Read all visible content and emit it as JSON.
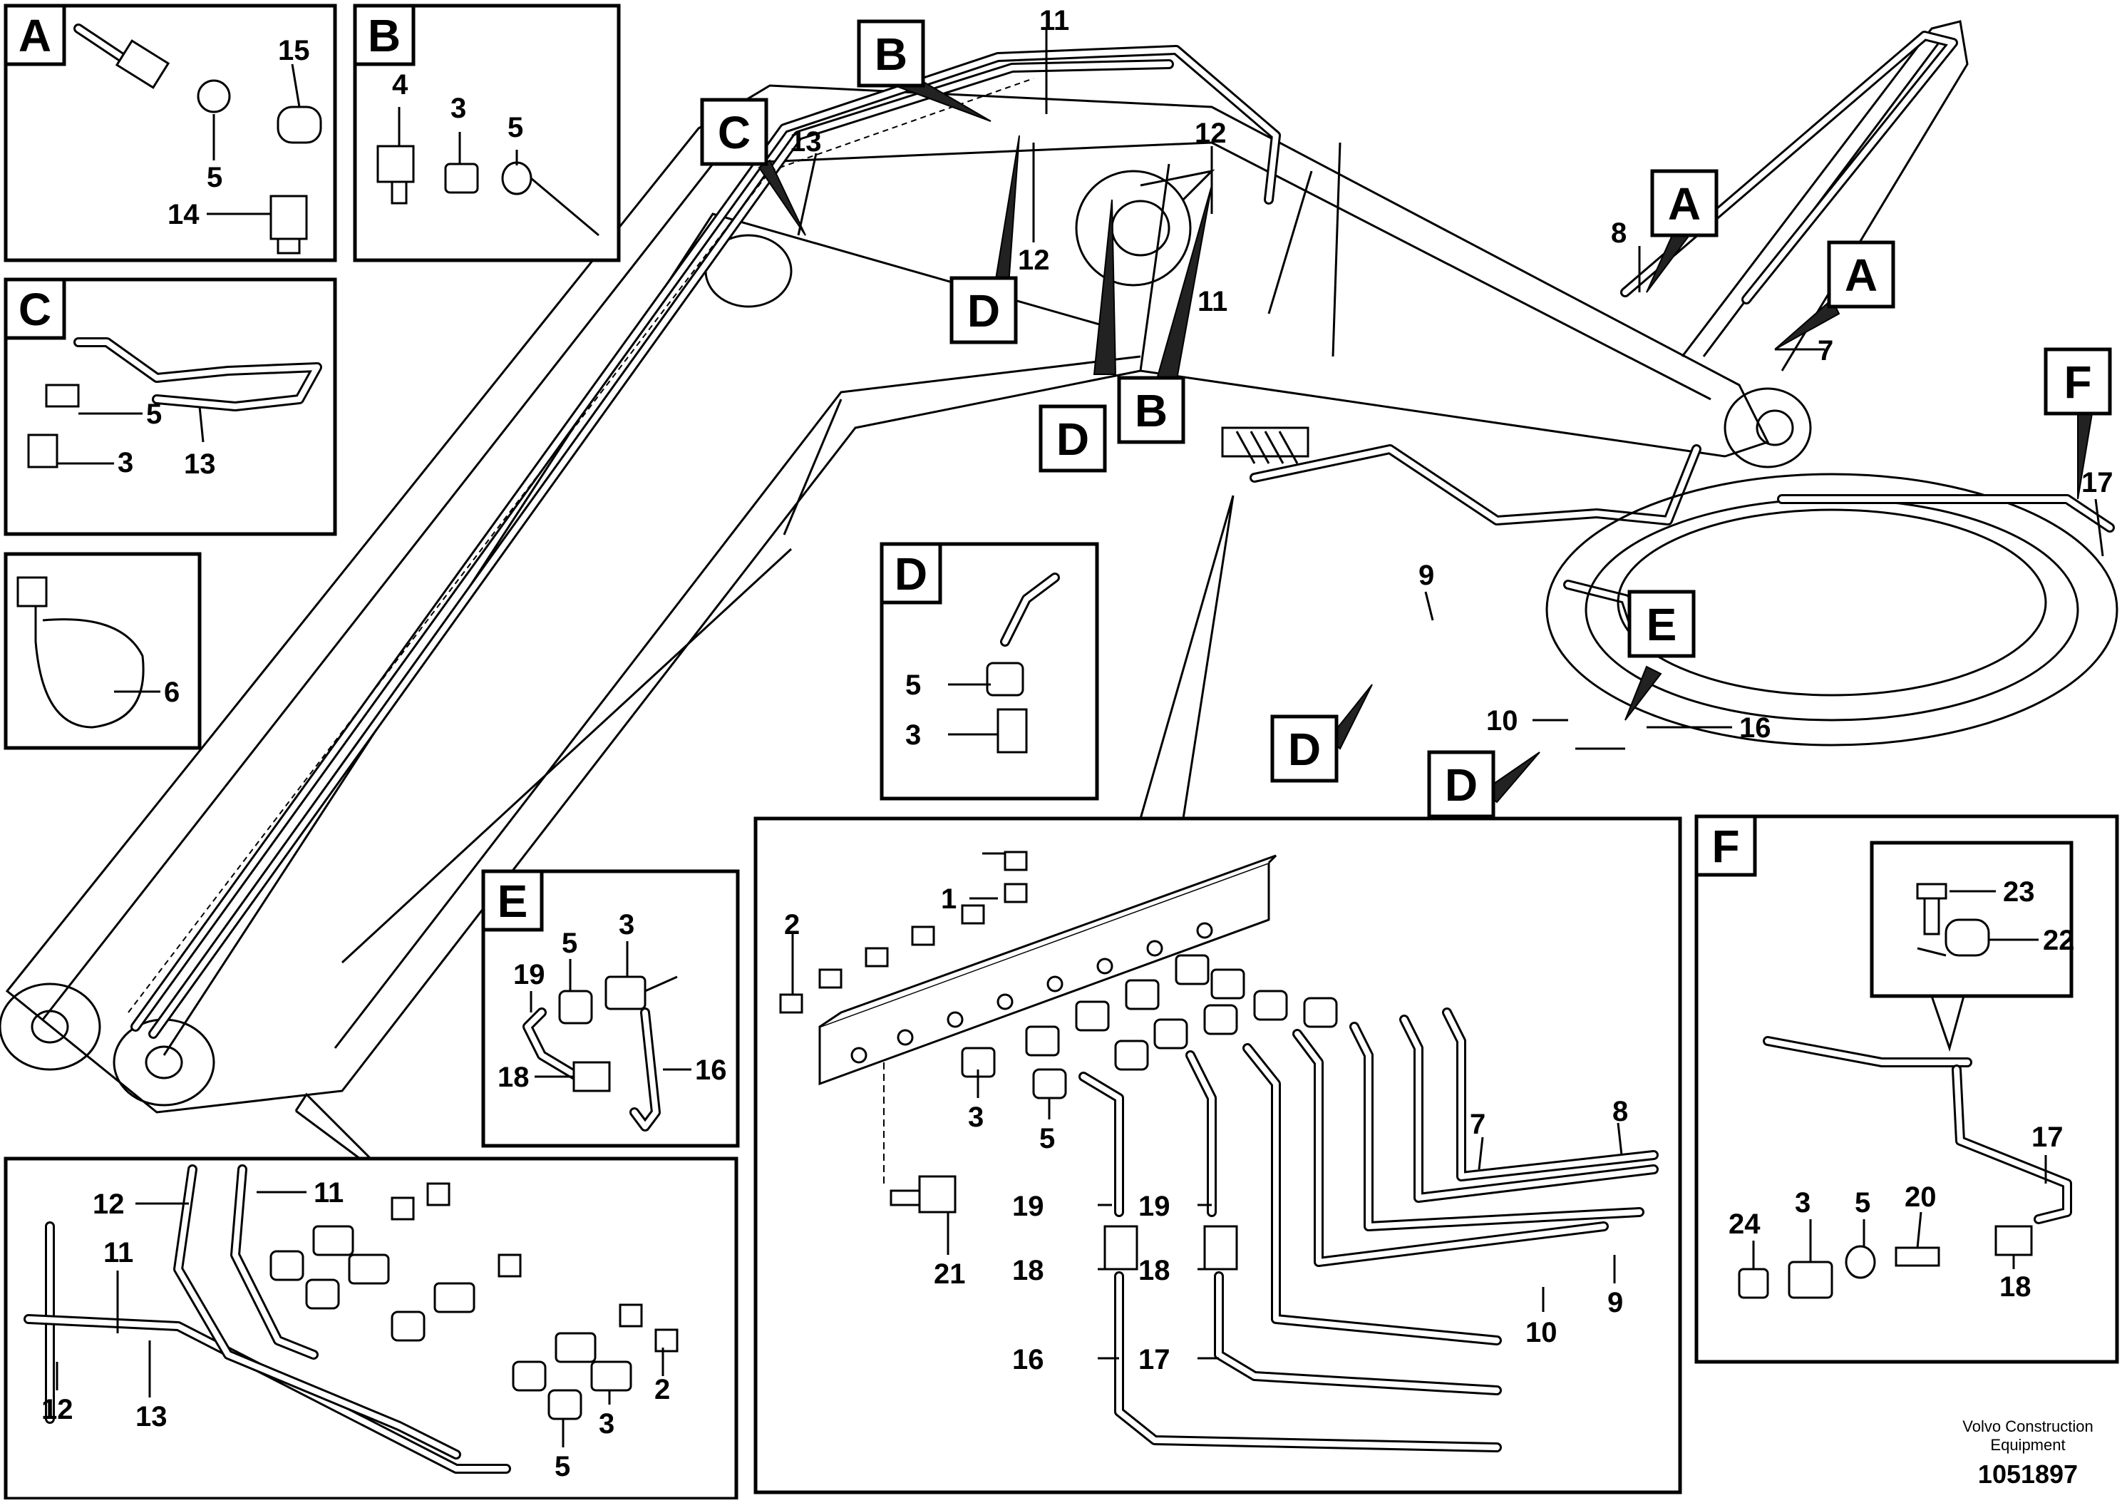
{
  "title_block": {
    "brand_line1": "Volvo Construction",
    "brand_line2": "Equipment",
    "doc_number": "1051897"
  },
  "callout_letters": [
    "A",
    "B",
    "C",
    "D",
    "E",
    "F"
  ],
  "main_view": {
    "pointer_labels": [
      "B",
      "C",
      "D",
      "D",
      "B",
      "A",
      "A",
      "F",
      "E",
      "D",
      "D"
    ],
    "part_numbers": [
      "11",
      "13",
      "12",
      "12",
      "11",
      "8",
      "7",
      "17",
      "9",
      "10",
      "16"
    ]
  },
  "detail_A": {
    "letter": "A",
    "parts": [
      "15",
      "5",
      "14"
    ]
  },
  "detail_B": {
    "letter": "B",
    "parts": [
      "4",
      "3",
      "5"
    ]
  },
  "detail_C": {
    "letter": "C",
    "parts": [
      "5",
      "3",
      "13"
    ]
  },
  "detail_tie": {
    "parts": [
      "6"
    ]
  },
  "detail_D": {
    "letter": "D",
    "parts": [
      "5",
      "3"
    ]
  },
  "detail_E": {
    "letter": "E",
    "parts": [
      "5",
      "3",
      "19",
      "18",
      "16"
    ]
  },
  "detail_F": {
    "letter": "F",
    "parts": [
      "23",
      "22",
      "17",
      "24",
      "3",
      "5",
      "20",
      "18"
    ]
  },
  "detail_bottom_left": {
    "parts": [
      "12",
      "11",
      "11",
      "12",
      "13",
      "2",
      "3",
      "5"
    ]
  },
  "detail_manifold": {
    "parts": [
      "1",
      "2",
      "3",
      "5",
      "19",
      "19",
      "18",
      "18",
      "16",
      "17",
      "21",
      "7",
      "8",
      "9",
      "10"
    ]
  }
}
